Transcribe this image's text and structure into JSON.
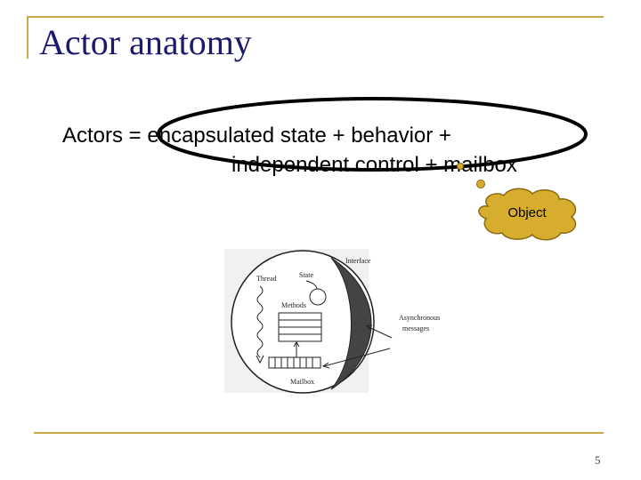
{
  "slide": {
    "title": "Actor anatomy",
    "line1": "Actors = encapsulated state + behavior +",
    "line2": "independent control + mailbox",
    "callout": "Object",
    "page_number": "5"
  },
  "diagram": {
    "labels": {
      "interface": "Interface",
      "state": "State",
      "thread": "Thread",
      "methods": "Methods",
      "async": "Asynchronous",
      "messages": "messages",
      "mailbox": "Mailbox"
    }
  },
  "colors": {
    "title": "#1a1a6e",
    "accent_lines": "#c8a94a",
    "cloud_fill": "#d6ad2c",
    "cloud_stroke": "#8a6a12"
  }
}
